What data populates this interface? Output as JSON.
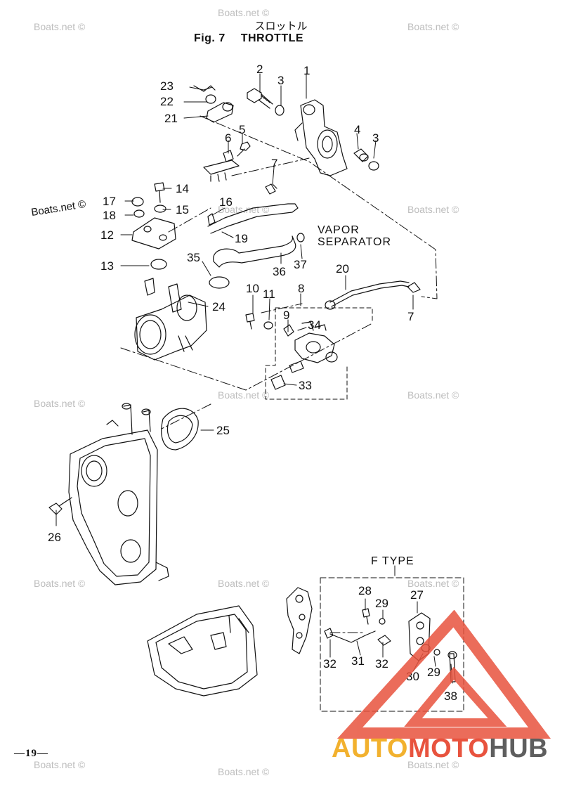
{
  "header": {
    "title_jp": "スロットル",
    "fig_label": "Fig. 7",
    "title_en": "THROTTLE"
  },
  "callouts": {
    "c1": "1",
    "c2": "2",
    "c3a": "3",
    "c3b": "3",
    "c4": "4",
    "c5": "5",
    "c6": "6",
    "c7a": "7",
    "c7b": "7",
    "c8": "8",
    "c9": "9",
    "c10": "10",
    "c11": "11",
    "c12": "12",
    "c13": "13",
    "c14": "14",
    "c15": "15",
    "c16": "16",
    "c17": "17",
    "c18": "18",
    "c19": "19",
    "c20": "20",
    "c21": "21",
    "c22": "22",
    "c23": "23",
    "c24": "24",
    "c25": "25",
    "c26": "26",
    "c27": "27",
    "c28": "28",
    "c29a": "29",
    "c29b": "29",
    "c30": "30",
    "c31": "31",
    "c32a": "32",
    "c32b": "32",
    "c33": "33",
    "c34": "34",
    "c35": "35",
    "c36": "36",
    "c37": "37",
    "c38": "38"
  },
  "labels": {
    "vapor_line1": "VAPOR",
    "vapor_line2": "SEPARATOR",
    "ftype": "F TYPE"
  },
  "watermark": "Boats.net ©",
  "page_number": "—19—",
  "logo": {
    "part1": "AUTO",
    "part2": "MOTO",
    "part3": "HUB",
    "colors": {
      "auto": "#f2b12e",
      "moto": "#e8533e",
      "hub": "#5e5e5e",
      "triangle": "#e8533e"
    }
  }
}
